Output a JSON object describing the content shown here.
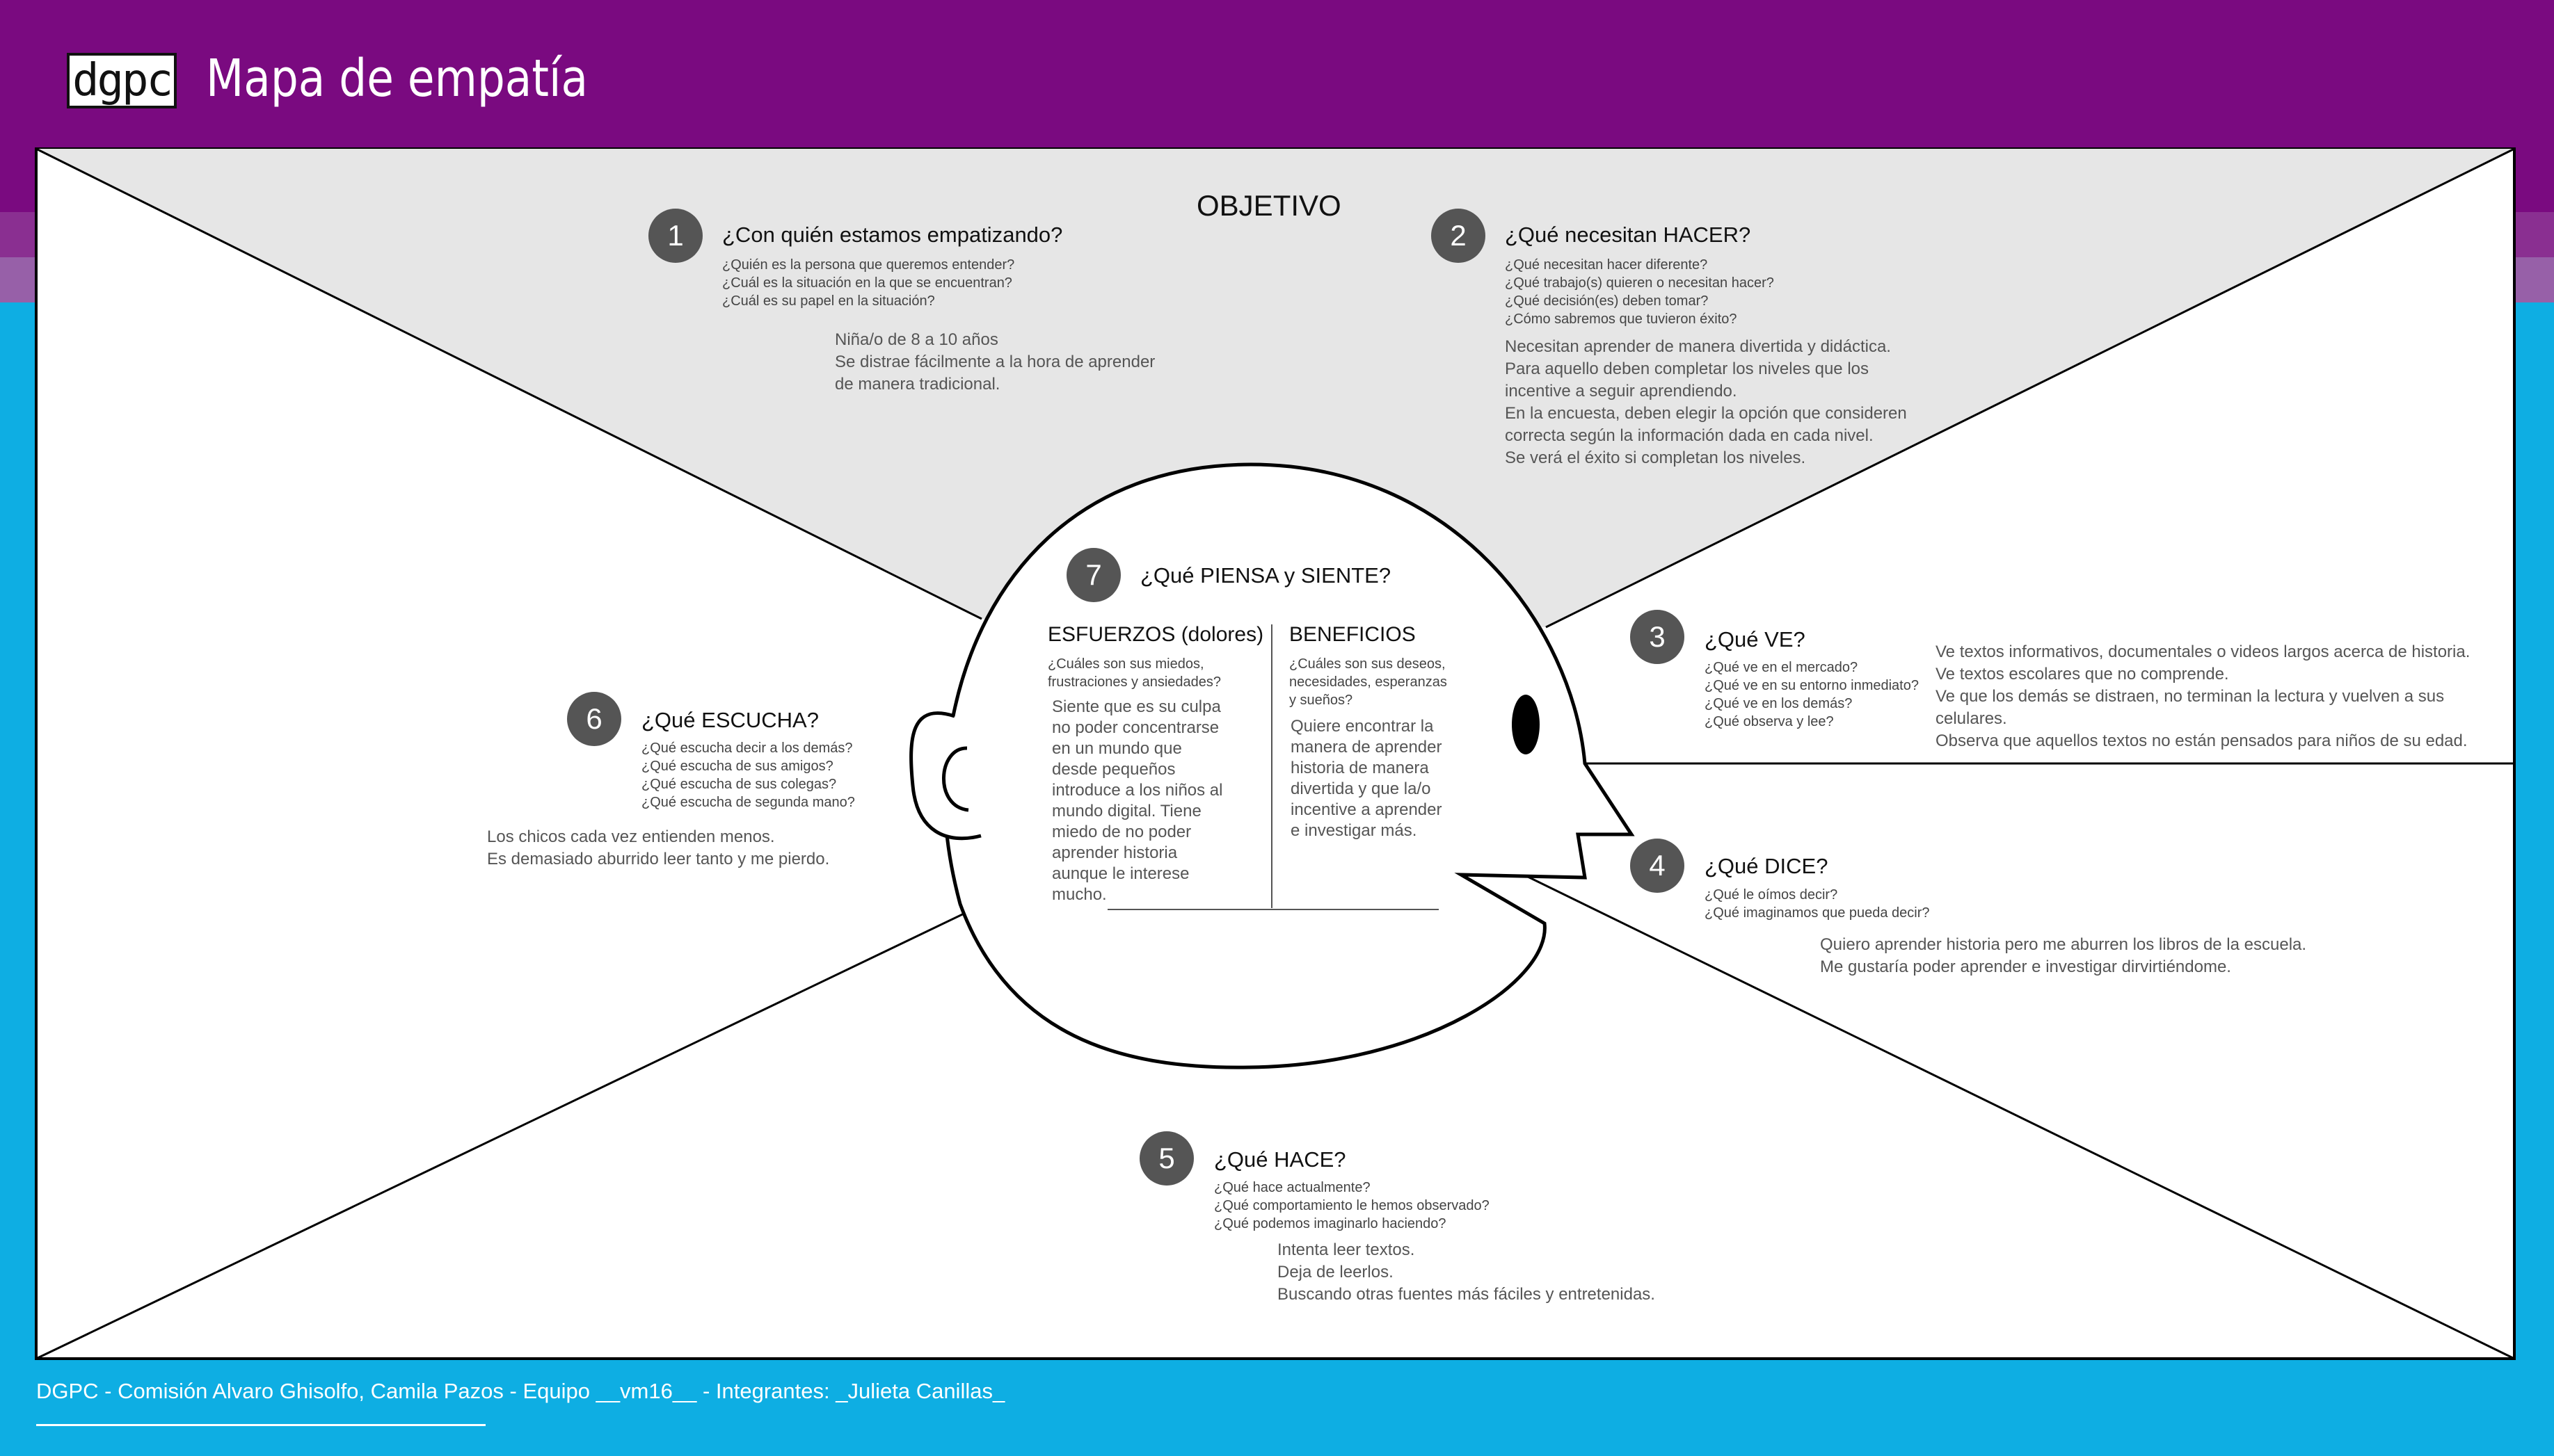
{
  "header": {
    "logo_text": "dgpc",
    "title": "Mapa de empatía"
  },
  "objective_label": "OBJETIVO",
  "sections": {
    "s1": {
      "number": "1",
      "title": "¿Con quién estamos empatizando?",
      "questions": [
        "¿Quién es la persona que queremos entender?",
        "¿Cuál es la situación en la que se encuentran?",
        "¿Cuál es su papel en la situación?"
      ],
      "answer": "Niña/o de 8 a 10 años\nSe distrae fácilmente a la hora de aprender\nde manera tradicional."
    },
    "s2": {
      "number": "2",
      "title": "¿Qué necesitan HACER?",
      "questions": [
        "¿Qué necesitan hacer diferente?",
        "¿Qué trabajo(s) quieren o necesitan hacer?",
        "¿Qué decisión(es) deben tomar?",
        "¿Cómo sabremos que tuvieron éxito?"
      ],
      "answer": "Necesitan aprender de manera divertida y didáctica.\nPara aquello deben completar los niveles que los\nincentive a seguir aprendiendo.\nEn la encuesta, deben elegir la opción que consideren\ncorrecta según la información dada en cada nivel.\nSe verá el éxito si completan los niveles."
    },
    "s3": {
      "number": "3",
      "title": "¿Qué VE?",
      "questions": [
        "¿Qué ve en el mercado?",
        "¿Qué ve en su entorno inmediato?",
        "¿Qué ve en los demás?",
        "¿Qué observa y lee?"
      ],
      "answer": "Ve textos informativos, documentales o videos largos acerca de historia.\nVe textos escolares que no comprende.\nVe que los demás se distraen, no terminan la lectura y vuelven a sus\ncelulares.\nObserva que aquellos textos no están pensados para niños de su edad."
    },
    "s4": {
      "number": "4",
      "title": "¿Qué DICE?",
      "questions": [
        "¿Qué le oímos decir?",
        "¿Qué imaginamos que pueda decir?"
      ],
      "answer": "Quiero aprender historia pero me aburren los libros de la escuela.\nMe gustaría poder aprender e investigar dirvirtiéndome."
    },
    "s5": {
      "number": "5",
      "title": "¿Qué HACE?",
      "questions": [
        "¿Qué hace actualmente?",
        "¿Qué comportamiento le hemos observado?",
        "¿Qué podemos imaginarlo haciendo?"
      ],
      "answer": "Intenta leer textos.\nDeja de leerlos.\nBuscando otras fuentes más fáciles y entretenidas."
    },
    "s6": {
      "number": "6",
      "title": "¿Qué ESCUCHA?",
      "questions": [
        "¿Qué escucha decir a los demás?",
        "¿Qué escucha de sus amigos?",
        "¿Qué escucha de sus colegas?",
        "¿Qué escucha de segunda mano?"
      ],
      "answer": "Los chicos cada vez entienden menos.\nEs demasiado aburrido leer tanto y me pierdo."
    },
    "s7": {
      "number": "7",
      "title": "¿Qué PIENSA y SIENTE?",
      "pains": {
        "title": "ESFUERZOS (dolores)",
        "questions": [
          "¿Cuáles son sus miedos,",
          "frustraciones y ansiedades?"
        ],
        "answer": "Siente que es su culpa\nno poder concentrarse\nen un mundo que\ndesde pequeños\nintroduce a los niños al\nmundo digital. Tiene\nmiedo de no poder\naprender historia\naunque le interese\nmucho."
      },
      "gains": {
        "title": "BENEFICIOS",
        "questions": [
          "¿Cuáles son sus deseos,",
          "necesidades, esperanzas",
          "y sueños?"
        ],
        "answer": "Quiere encontrar la\nmanera de aprender\nhistoria de manera\ndivertida y que la/o\nincentive a aprender\ne investigar más."
      }
    }
  },
  "footer": "DGPC - Comisión Alvaro Ghisolfo, Camila Pazos - Equipo __vm16__ - Integrantes: _Julieta Canillas_"
}
